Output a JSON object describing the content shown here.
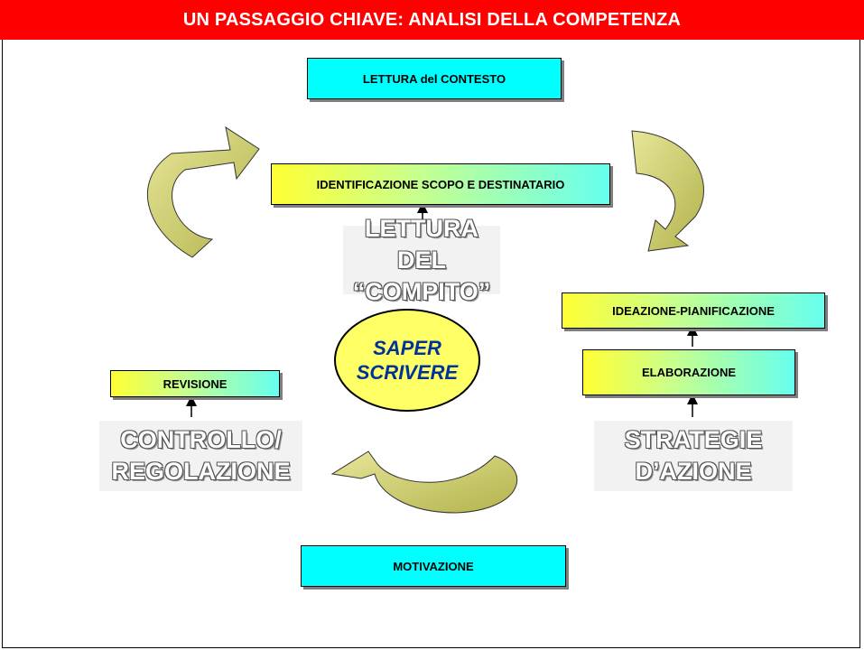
{
  "title": "UN PASSAGGIO CHIAVE: ANALISI DELLA COMPETENZA",
  "boxes": {
    "lettura_contesto": "LETTURA del  CONTESTO",
    "identificazione": "IDENTIFICAZIONE SCOPO E DESTINATARIO",
    "ideazione": "IDEAZIONE-PIANIFICAZIONE",
    "elaborazione": "ELABORAZIONE",
    "revisione": "REVISIONE",
    "motivazione": "MOTIVAZIONE"
  },
  "center": {
    "line1": "SAPER",
    "line2": "SCRIVERE"
  },
  "panels": {
    "compito": {
      "line1": "LETTURA DEL",
      "line2": "“COMPITO”"
    },
    "controllo": {
      "line1": "CONTROLLO/",
      "line2": "REGOLAZIONE"
    },
    "strategie": {
      "line1": "STRATEGIE",
      "line2": "D’AZIONE"
    }
  },
  "colors": {
    "title_bg": "#ff0000",
    "box_cyan": "#00ffff",
    "arrow_fill": "#cccc66",
    "ellipse_fill": "#ffff66"
  }
}
